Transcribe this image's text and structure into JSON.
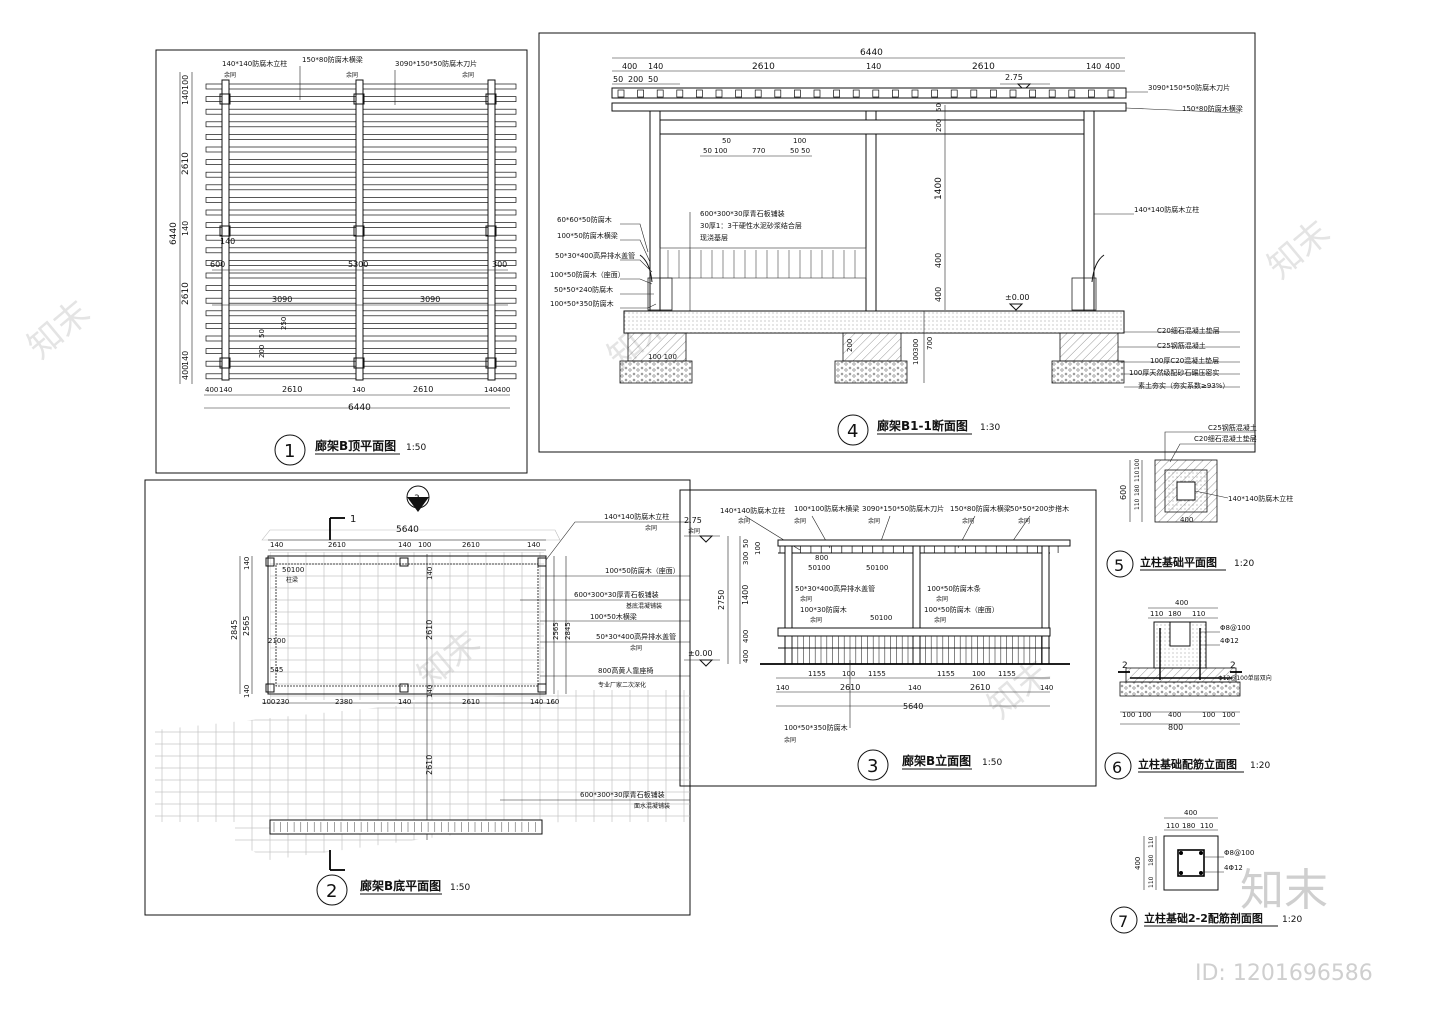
{
  "sheet": {
    "border_color": "#000000",
    "watermark_brand": "知末",
    "watermark_id": "ID: 1201696586"
  },
  "views": {
    "top_plan": {
      "number": "1",
      "title": "廊架B顶平面图",
      "scale": "1:50",
      "labels": {
        "post": "140*140防腐木立柱",
        "beam": "150*80防腐木横梁",
        "rafter": "3090*150*50防腐木刀片",
        "same1": "余同",
        "same2": "余同",
        "same3": "余同"
      },
      "dims": {
        "left_top": "140",
        "left_a": "100",
        "left_2610a": "2610",
        "left_6440": "6440",
        "left_140": "140",
        "left_2610b": "2610",
        "left_400": "400",
        "left_140b": "140",
        "mid_140": "140",
        "mid_600a": "600",
        "mid_5300": "5300",
        "mid_300": "300",
        "mid_3090a": "3090",
        "mid_3090b": "3090",
        "mid_50": "50",
        "mid_250": "250",
        "mid_200": "200",
        "bot_400": "400",
        "bot_140a": "140",
        "bot_2610a": "2610",
        "bot_140b": "140",
        "bot_2610b": "2610",
        "bot_140c": "140",
        "bot_400b": "400",
        "bot_6440": "6440"
      }
    },
    "floor_plan": {
      "number": "2",
      "title": "廊架B底平面图",
      "scale": "1:50",
      "section_mark": "1",
      "section_mark2": "3",
      "labels": {
        "post": "140*140防腐木立柱",
        "post_same": "余同",
        "bench": "100*50防腐木（座面）",
        "paving1": "600*300*30厚青石板铺装",
        "paving1_note": "基底混凝铺装",
        "beam": "100*50木横梁",
        "drain": "50*30*400高异排水盖管",
        "drain_same": "余同",
        "kerb": "800高黄人靠座椅",
        "kerb_note": "专业厂家二次深化",
        "paving2": "600*300*30厚青石板铺装",
        "paving2_note": "面水混凝铺装",
        "ref": "柱梁"
      },
      "dims": {
        "top_5640": "5640",
        "top_140a": "140",
        "top_2610a": "2610",
        "top_140b": "140",
        "top_100": "100",
        "top_2610b": "2610",
        "top_140c": "140",
        "left_140": "140",
        "left_2845": "2845",
        "left_2565": "2565",
        "left_2100": "2100",
        "left_545": "545",
        "left_140b": "140",
        "in_50100": "50100",
        "in_50": "50",
        "right_2565": "2565",
        "right_2845": "2845",
        "bot_100": "100",
        "bot_230": "230",
        "bot_2380": "2380",
        "bot_140a": "140",
        "bot_2610": "2610",
        "bot_140b": "140",
        "bot_160": "160",
        "mid_2610a": "2610",
        "mid_140": "140",
        "mid_2610b": "2610",
        "mid_140b": "140",
        "mid_1_40": "140"
      }
    },
    "elevation": {
      "number": "3",
      "title": "廊架B立面图",
      "scale": "1:50",
      "labels": {
        "post": "140*140防腐木立柱",
        "post_same": "余同",
        "purlin": "100*100防腐木横梁",
        "purlin_same": "余同",
        "rafter": "3090*150*50防腐木刀片",
        "rafter_same": "余同",
        "beam": "150*80防腐木横梁",
        "beam_same": "余同",
        "slat": "50*50*200步搭木",
        "slat_same": "余同",
        "drain": "50*30*400高异排水盖管",
        "drain_same": "余同",
        "rail": "100*50防腐木条",
        "rail_same": "余同",
        "rail2": "100*30防腐木",
        "rail2_same": "余同",
        "seat": "100*50防腐木（座面）",
        "seat_same": "余同",
        "sill": "100*50*350防腐木",
        "sill_same": "余同",
        "lvl_275": "2.75",
        "lvl_000": "±0.00"
      },
      "dims": {
        "v_300": "300",
        "v_50": "50",
        "v_100": "100",
        "v_2750": "2750",
        "v_1400": "1400",
        "v_400a": "400",
        "v_400b": "400",
        "t_800": "800",
        "t_50100": "50100",
        "t_50100b": "50100",
        "t_50100c": "50100",
        "b_140a": "140",
        "b_1155a": "1155",
        "b_100a": "100",
        "b_1155b": "1155",
        "b_140b": "140",
        "b_1155c": "1155",
        "b_100b": "100",
        "b_1155d": "1155",
        "b_140c": "140",
        "b_2610a": "2610",
        "b_2610b": "2610",
        "b_5640": "5640"
      }
    },
    "section": {
      "number": "4",
      "title": "廊架B1-1断面图",
      "scale": "1:30",
      "labels": {
        "rafter": "3090*150*50防腐木刀片",
        "beam": "150*80防腐木横梁",
        "post": "140*140防腐木立柱",
        "paving": "600*300*30厚青石板铺装",
        "mortar": "30厚1：3干硬性水泥砂浆结合层",
        "base": "现浇基层",
        "w1": "60*60*50防腐木",
        "w2": "100*50防腐木横梁",
        "w3": "50*30*400高异排水盖管",
        "w4": "100*50防腐木（座面）",
        "w5": "50*50*240防腐木",
        "w6": "100*50*350防腐木",
        "c1": "C20细石混凝土垫层",
        "c2": "C25钢筋混凝土",
        "c3": "100厚C20混凝土垫层",
        "c4": "100厚天然级配砂石碾压密实",
        "c5": "素土夯实（夯实系数≥93%）",
        "lvl_275": "2.75",
        "lvl_000": "±0.00"
      },
      "dims": {
        "top_6440": "6440",
        "t_400a": "400",
        "t_140a": "140",
        "t_2610a": "2610",
        "t_140b": "140",
        "t_2610b": "2610",
        "t_140c": "140",
        "t_400b": "400",
        "t_50a": "50",
        "t_200": "200",
        "t_50b": "50",
        "m_50": "50",
        "m_50100": "50 100",
        "m_770": "770",
        "m_100": "100",
        "m_5050": "50 50",
        "v_200": "200",
        "v_50": "50",
        "v_1400": "1400",
        "v_400a": "400",
        "v_400b": "400",
        "v_200b": "200",
        "v_100": "100",
        "v_300": "300",
        "v_700": "700",
        "b_100100": "100 100"
      }
    },
    "col_plan": {
      "number": "5",
      "title": "立柱基础平面图",
      "scale": "1:20",
      "labels": {
        "c1": "C25钢筋混凝土",
        "c2": "C20细石混凝土垫层",
        "post": "140*140防腐木立柱"
      },
      "dims": {
        "v_100a": "100",
        "v_110": "110",
        "v_180": "180",
        "v_110b": "110",
        "v_600": "600",
        "h_400": "400"
      }
    },
    "col_rebar_elev": {
      "number": "6",
      "title": "立柱基础配筋立面图",
      "scale": "1:20",
      "labels": {
        "r1": "Φ8@100",
        "r2": "4Φ12",
        "r3": "Φ12@100单层双向",
        "cut": "2",
        "cut2": "2"
      },
      "dims": {
        "t_400": "400",
        "t_110a": "110",
        "t_180": "180",
        "t_110b": "110",
        "b_100a": "100",
        "b_100b": "100",
        "b_400": "400",
        "b_100c": "100",
        "b_100d": "100",
        "b_800": "800"
      }
    },
    "col_rebar_sec": {
      "number": "7",
      "title": "立柱基础2-2配筋剖面图",
      "scale": "1:20",
      "labels": {
        "r1": "Φ8@100",
        "r2": "4Φ12"
      },
      "dims": {
        "t_400": "400",
        "t_110a": "110",
        "t_180": "180",
        "t_110b": "110",
        "v_400": "400",
        "v_110a": "110",
        "v_180": "180",
        "v_110b": "110"
      }
    }
  }
}
